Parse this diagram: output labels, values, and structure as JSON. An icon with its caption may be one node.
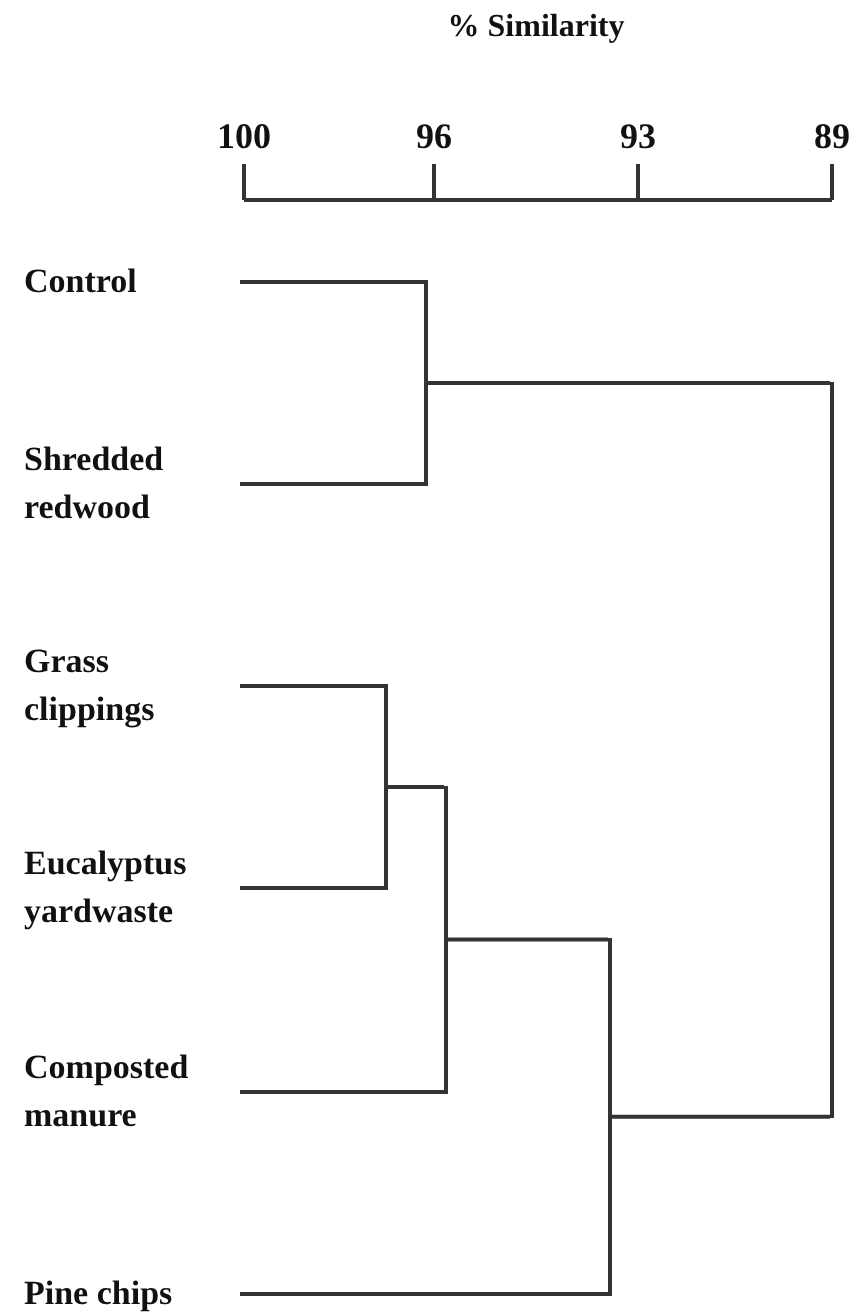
{
  "diagram": {
    "nodes": [
      {
        "text": [
          "Control"
        ]
      },
      {
        "text": [
          "Shredded redwood"
        ]
      },
      {
        "text": [
          "Grass clippings"
        ]
      },
      {
        "text": [
          "Eucalyptus yardwaste"
        ]
      },
      {
        "text": [
          "Composted manure"
        ]
      },
      {
        "text": [
          "Pine chips"
        ]
      },
      {
        "text": [],
        "shape": "bar"
      },
      {
        "text": [],
        "shape": "bar"
      },
      {
        "text": [],
        "shape": "bar"
      },
      {
        "text": [],
        "shape": "bar"
      },
      {
        "text": [],
        "shape": "bar"
      }
    ],
    "edges": [
      {
        "from": 0,
        "to": 6,
        "arrow": "none"
      },
      {
        "from": 1,
        "to": 6,
        "arrow": "none"
      },
      {
        "from": 2,
        "to": 7,
        "arrow": "none"
      },
      {
        "from": 3,
        "to": 7,
        "arrow": "none"
      },
      {
        "from": 7,
        "to": 8,
        "arrow": "none"
      },
      {
        "from": 4,
        "to": 8,
        "arrow": "none"
      },
      {
        "from": 8,
        "to": 9,
        "arrow": "none"
      },
      {
        "from": 5,
        "to": 9,
        "arrow": "none"
      },
      {
        "from": 6,
        "to": 10,
        "arrow": "none"
      },
      {
        "from": 9,
        "to": 10,
        "arrow": "none"
      }
    ],
    "labels": [
      "% Similarity",
      "100",
      "96",
      "93",
      "89"
    ]
  }
}
